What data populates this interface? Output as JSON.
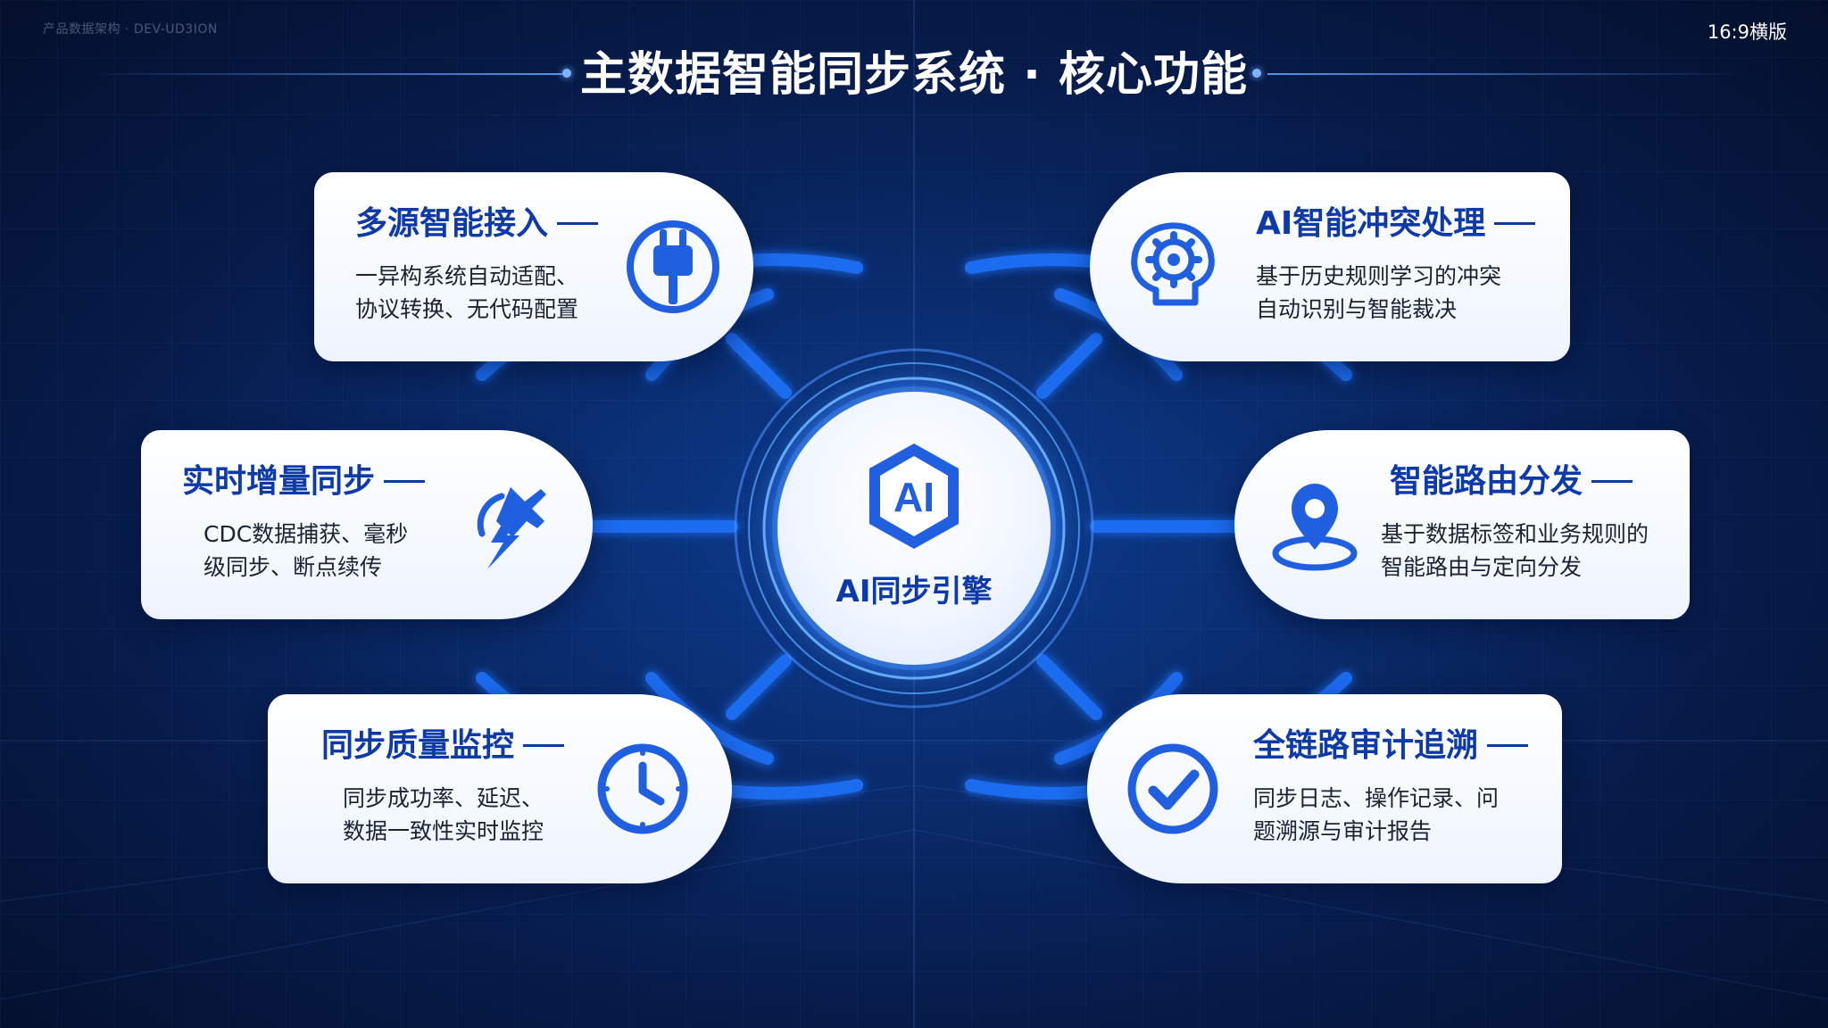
{
  "watermark": "产品数据架构 · DEV-UD3ION",
  "template_badge": "16:9横版",
  "title": "主数据智能同步系统 · 核心功能",
  "hub": {
    "logo_text": "AI",
    "label": "AI同步引擎"
  },
  "features": [
    {
      "title": "多源智能接入",
      "lines": [
        "一异构系统自动适配、",
        "协议转换、无代码配置"
      ],
      "icon": "plug-icon"
    },
    {
      "title": "AI智能冲突处理",
      "lines": [
        "基于历史规则学习的冲突",
        "自动识别与智能裁决"
      ],
      "icon": "brain-gear-icon"
    },
    {
      "title": "实时增量同步",
      "lines": [
        "CDC数据捕获、毫秒",
        "级同步、断点续传"
      ],
      "icon": "lightning-plug-icon"
    },
    {
      "title": "智能路由分发",
      "lines": [
        "基于数据标签和业务规则的",
        "智能路由与定向分发"
      ],
      "icon": "location-pin-icon"
    },
    {
      "title": "同步质量监控",
      "lines": [
        "同步成功率、延迟、",
        "数据一致性实时监控"
      ],
      "icon": "clock-icon"
    },
    {
      "title": "全链路审计追溯",
      "lines": [
        "同步日志、操作记录、问",
        "题溯源与审计报告"
      ],
      "icon": "check-circle-icon"
    }
  ],
  "colors": {
    "background": "#071c4b",
    "accent_blue": "#1f6cf0",
    "card_title": "#0d3aa8",
    "card_bg": "#ffffff"
  }
}
